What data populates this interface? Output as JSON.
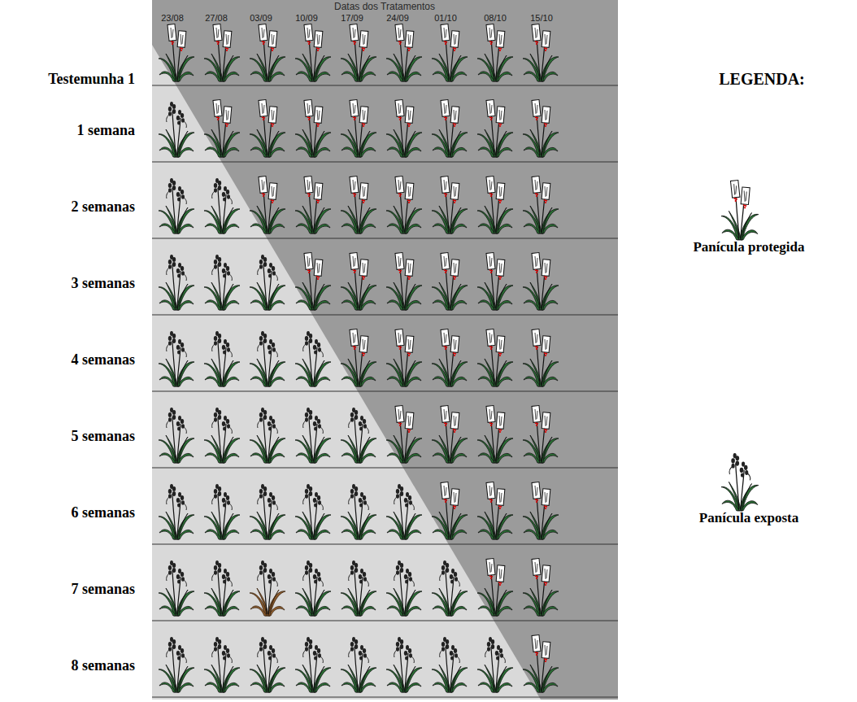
{
  "diagram": {
    "labels": [
      "Datas dos Tratamentos",
      "23/08",
      "27/08",
      "03/09",
      "10/09",
      "17/09",
      "24/09",
      "01/10",
      "08/10",
      "15/10",
      "Testemunha 1",
      "1 semana",
      "2 semanas",
      "3 semanas",
      "4 semanas",
      "5 semanas",
      "6 semanas",
      "7 semanas",
      "8 semanas",
      "LEGENDA:"
    ],
    "legend": [
      {
        "text": "Panícula protegida"
      },
      {
        "text": "Panícula exposta"
      }
    ]
  }
}
